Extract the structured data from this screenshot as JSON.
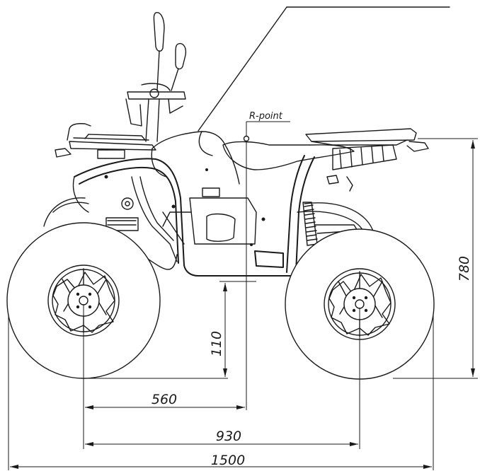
{
  "labels": {
    "r_point": "R-point"
  },
  "dimensions": {
    "ground_clearance": "110",
    "r_point_to_front_axle": "560",
    "wheelbase": "930",
    "overall_length": "1500",
    "seat_height": "780"
  }
}
